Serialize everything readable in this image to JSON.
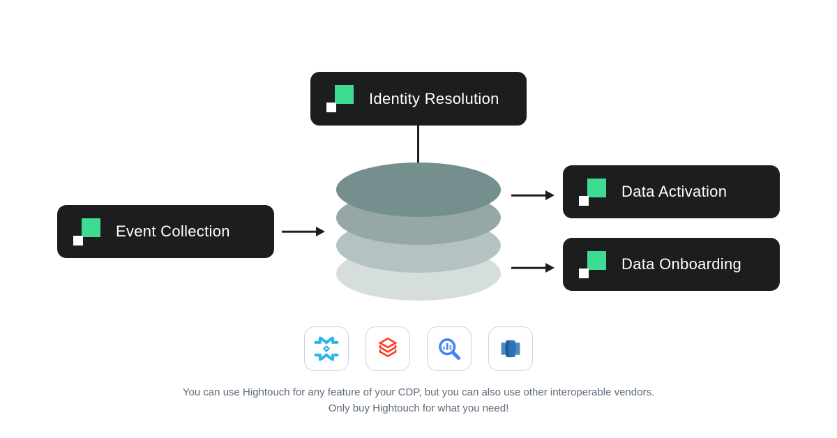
{
  "diagram": {
    "nodes": {
      "identity_resolution": {
        "label": "Identity Resolution"
      },
      "event_collection": {
        "label": "Event Collection"
      },
      "data_activation": {
        "label": "Data Activation"
      },
      "data_onboarding": {
        "label": "Data Onboarding"
      }
    },
    "warehouse_stack": {
      "layer_colors": [
        "#748f8d",
        "#95a8a7",
        "#b4c2c1",
        "#d6dedd"
      ]
    },
    "vendors": [
      {
        "icon": "snowflake-icon",
        "color": "#29b5e8"
      },
      {
        "icon": "databricks-icon",
        "color": "#ff3621"
      },
      {
        "icon": "bigquery-icon",
        "color": "#4285f4",
        "color_secondary": "#7baaf7"
      },
      {
        "icon": "redshift-icon",
        "color": "#2d72b8",
        "color_secondary": "#4d8ac0",
        "color_dark": "#1f5b98"
      }
    ],
    "caption": {
      "line1": "You can use Hightouch for any feature of your CDP, but you can also use other interoperable vendors.",
      "line2": "Only buy Hightouch for what you need!"
    },
    "colors": {
      "badge_bg": "#1b1d1f",
      "badge_text": "#ffffff",
      "brand_green": "#3edc92",
      "logo_white": "#ffffff",
      "arrow": "#1b1d1f",
      "caption_text": "#5c6b7a",
      "tile_border": "#c7d6e3",
      "tile_bg": "#ffffff"
    }
  }
}
